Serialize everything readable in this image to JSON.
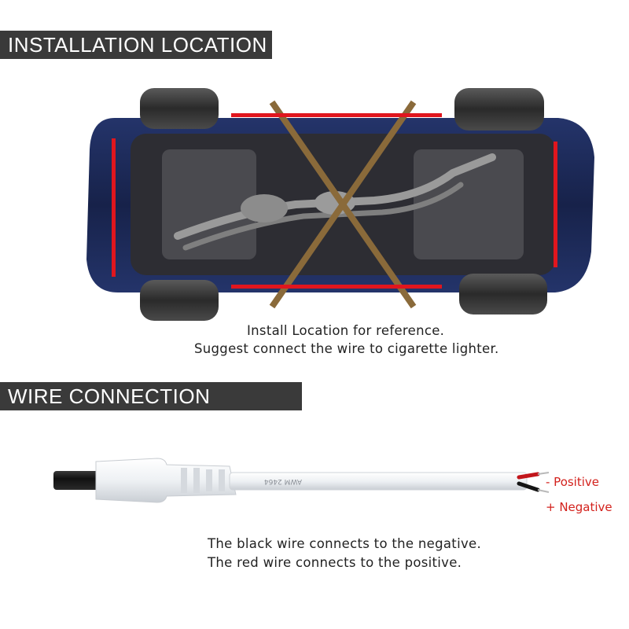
{
  "sections": {
    "installation": {
      "title": "INSTALLATION LOCATION",
      "caption_line1": "Install Location for reference.",
      "caption_line2": "Suggest connect the wire to cigarette lighter."
    },
    "wire": {
      "title": "WIRE CONNECTION",
      "cable_marking": "AWM 2464",
      "positive_label": "- Positive",
      "negative_label": "+ Negative",
      "caption_line1": "The black wire connects to the negative.",
      "caption_line2": "The red wire connects to the positive."
    }
  },
  "colors": {
    "banner_bg": "#3a3a3a",
    "strip_red": "#e0161e",
    "label_red": "#d3211c",
    "car_body": "#1c2b5c",
    "cable_white": "#f2f4f6"
  }
}
